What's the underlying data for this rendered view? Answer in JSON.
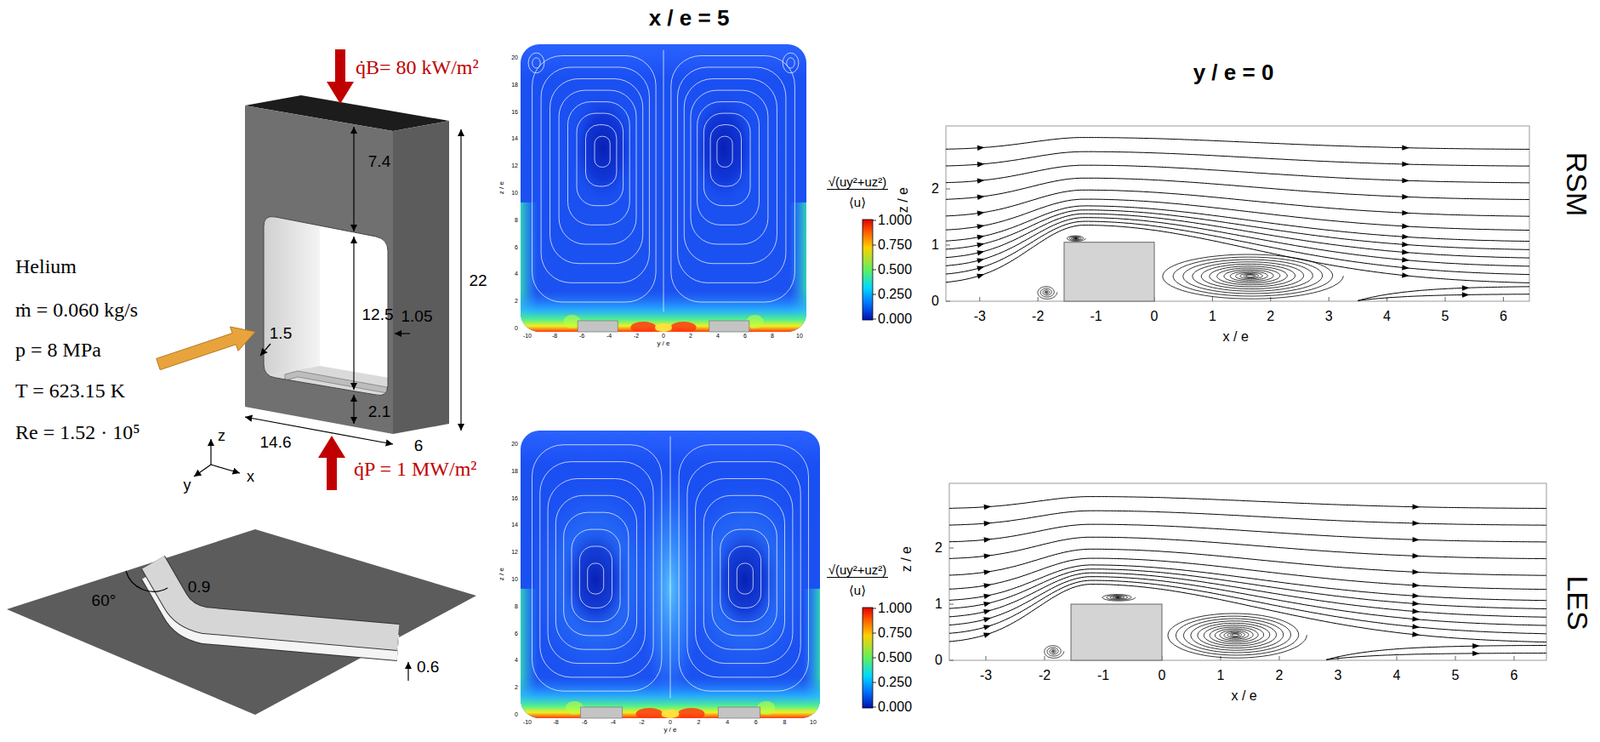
{
  "diagram": {
    "labels": [
      "x / e = 5",
      "y / e = 0",
      "RSM",
      "LES",
      "q̇B= 80 kW/m²",
      "q̇P = 1 MW/m²",
      "Helium",
      "ṁ = 0.060 kg/s",
      "p = 8 MPa",
      "T = 623.15 K",
      "Re = 1.52 · 10⁵",
      "7.4",
      "12.5",
      "1.05",
      "22",
      "1.5",
      "2.1",
      "14.6",
      "6",
      "z",
      "y",
      "x",
      "60°",
      "0.9",
      "0.6",
      "z / e",
      "0",
      "2",
      "4",
      "6",
      "8",
      "10",
      "12",
      "14",
      "16",
      "18",
      "20",
      "-10",
      "-8",
      "-6",
      "-4",
      "-2",
      "0",
      "2",
      "4",
      "6",
      "8",
      "10",
      "y / e",
      "√(uy²+uz²)",
      "⟨u⟩",
      "1.000",
      "0.750",
      "0.500",
      "0.250",
      "0.000",
      "z / e",
      "0",
      "1",
      "2",
      "-3",
      "-2",
      "-1",
      "0",
      "1",
      "2",
      "3",
      "4",
      "5",
      "6",
      "x / e",
      "z / e",
      "0",
      "2",
      "4",
      "6",
      "8",
      "10",
      "12",
      "14",
      "16",
      "18",
      "20",
      "-10",
      "-8",
      "-6",
      "-4",
      "-2",
      "0",
      "2",
      "4",
      "6",
      "8",
      "10",
      "y / e",
      "√(uy²+uz²)",
      "⟨u⟩",
      "1.000",
      "0.750",
      "0.500",
      "0.250",
      "0.000",
      "z / e",
      "0",
      "1",
      "2",
      "-3",
      "-2",
      "-1",
      "0",
      "1",
      "2",
      "3",
      "4",
      "5",
      "6",
      "x / e"
    ]
  }
}
